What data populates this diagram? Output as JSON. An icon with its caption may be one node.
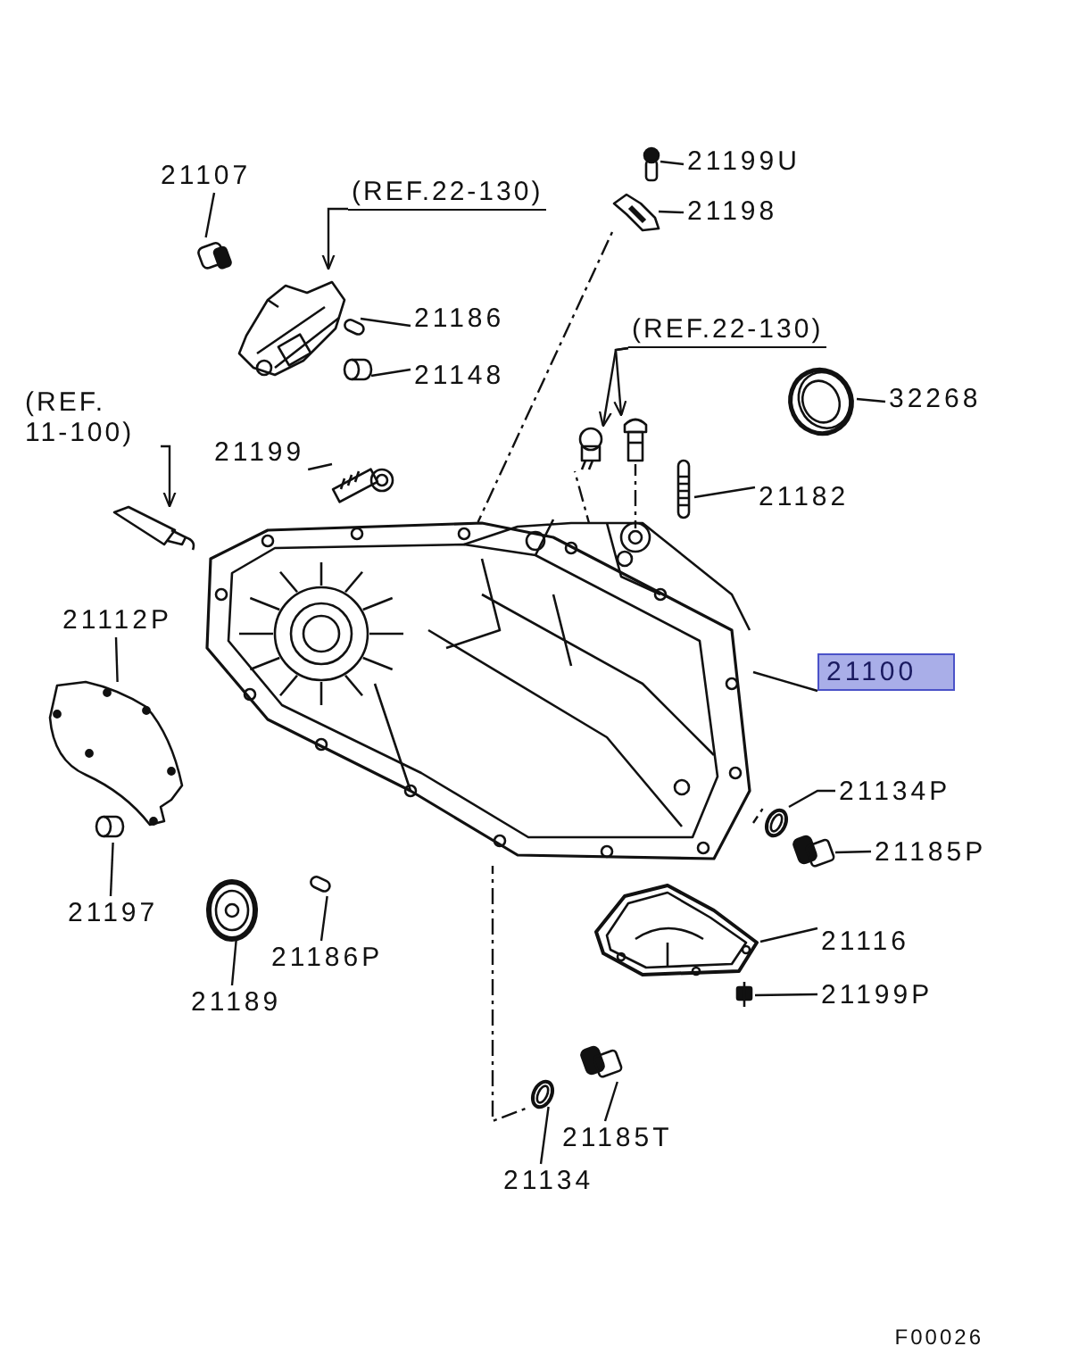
{
  "diagram": {
    "nodes": [
      {
        "text": [
          "21107"
        ]
      },
      {
        "text": [],
        "shape": "cylinder"
      },
      {
        "text": [
          "(REF.22-130)"
        ]
      },
      {
        "text": [],
        "shape": "picture"
      },
      {
        "text": [
          "21199U"
        ]
      },
      {
        "text": [],
        "shape": "picture"
      },
      {
        "text": [
          "21198"
        ]
      },
      {
        "text": [],
        "shape": "picture"
      },
      {
        "text": [
          "21186"
        ]
      },
      {
        "text": [],
        "shape": "cylinder"
      },
      {
        "text": [
          "21148"
        ]
      },
      {
        "text": [],
        "shape": "cylinder"
      },
      {
        "text": [
          "(REF. 11-100)"
        ]
      },
      {
        "text": [],
        "shape": "picture"
      },
      {
        "text": [
          "21199"
        ]
      },
      {
        "text": [],
        "shape": "picture"
      },
      {
        "text": [
          "(REF.22-130)"
        ]
      },
      {
        "text": [],
        "shape": "bolt"
      },
      {
        "text": [],
        "shape": "picture"
      },
      {
        "text": [
          "32268"
        ]
      },
      {
        "text": [],
        "shape": "picture"
      },
      {
        "text": [
          "21182"
        ]
      },
      {
        "text": [],
        "shape": "picture"
      },
      {
        "text": [
          "21112P"
        ]
      },
      {
        "text": [],
        "shape": "picture"
      },
      {
        "text": [
          "21100"
        ]
      },
      {
        "text": [],
        "shape": "picture"
      },
      {
        "text": [
          "21134P"
        ]
      },
      {
        "text": [],
        "shape": "picture"
      },
      {
        "text": [
          "21185P"
        ]
      },
      {
        "text": [],
        "shape": "bolt"
      },
      {
        "text": [
          "21197"
        ]
      },
      {
        "text": [],
        "shape": "cylinder"
      },
      {
        "text": [
          "21186P"
        ]
      },
      {
        "text": [],
        "shape": "cylinder"
      },
      {
        "text": [
          "21189"
        ]
      },
      {
        "text": [],
        "shape": "picture"
      },
      {
        "text": [
          "21116"
        ]
      },
      {
        "text": [],
        "shape": "picture"
      },
      {
        "text": [
          "21199P"
        ]
      },
      {
        "text": [],
        "shape": "bolt"
      },
      {
        "text": [
          "21185T"
        ]
      },
      {
        "text": [],
        "shape": "bolt"
      },
      {
        "text": [
          "21134"
        ]
      },
      {
        "text": [],
        "shape": "picture"
      }
    ],
    "edges": [
      {
        "from": 0,
        "to": 1,
        "arrow": "none"
      },
      {
        "from": 2,
        "to": 3,
        "arrow": "to"
      },
      {
        "from": 4,
        "to": 5,
        "arrow": "none"
      },
      {
        "from": 6,
        "to": 7,
        "arrow": "none"
      },
      {
        "from": 8,
        "to": 9,
        "arrow": "none"
      },
      {
        "from": 10,
        "to": 11,
        "arrow": "none"
      },
      {
        "from": 12,
        "to": 13,
        "arrow": "to"
      },
      {
        "from": 14,
        "to": 15,
        "arrow": "none"
      },
      {
        "from": 16,
        "to": 17,
        "arrow": "to"
      },
      {
        "from": 16,
        "to": 18,
        "arrow": "to"
      },
      {
        "from": 19,
        "to": 20,
        "arrow": "none"
      },
      {
        "from": 21,
        "to": 22,
        "arrow": "none"
      },
      {
        "from": 23,
        "to": 24,
        "arrow": "none"
      },
      {
        "from": 25,
        "to": 26,
        "arrow": "none"
      },
      {
        "from": 27,
        "to": 28,
        "arrow": "none"
      },
      {
        "from": 29,
        "to": 30,
        "arrow": "none"
      },
      {
        "from": 31,
        "to": 32,
        "arrow": "none"
      },
      {
        "from": 33,
        "to": 34,
        "arrow": "none"
      },
      {
        "from": 35,
        "to": 36,
        "arrow": "none"
      },
      {
        "from": 37,
        "to": 38,
        "arrow": "none"
      },
      {
        "from": 39,
        "to": 40,
        "arrow": "none"
      },
      {
        "from": 41,
        "to": 42,
        "arrow": "none"
      },
      {
        "from": 43,
        "to": 44,
        "arrow": "none"
      },
      {
        "from": 7,
        "to": 26,
        "arrow": "none",
        "style": "dashed"
      },
      {
        "from": 17,
        "to": 26,
        "arrow": "none",
        "style": "dashed"
      },
      {
        "from": 18,
        "to": 26,
        "arrow": "none",
        "style": "dashed"
      },
      {
        "from": 28,
        "to": 26,
        "arrow": "none",
        "style": "dashed"
      },
      {
        "from": 44,
        "to": 26,
        "arrow": "none",
        "style": "dashed"
      }
    ],
    "labels": [
      "F00026"
    ]
  }
}
